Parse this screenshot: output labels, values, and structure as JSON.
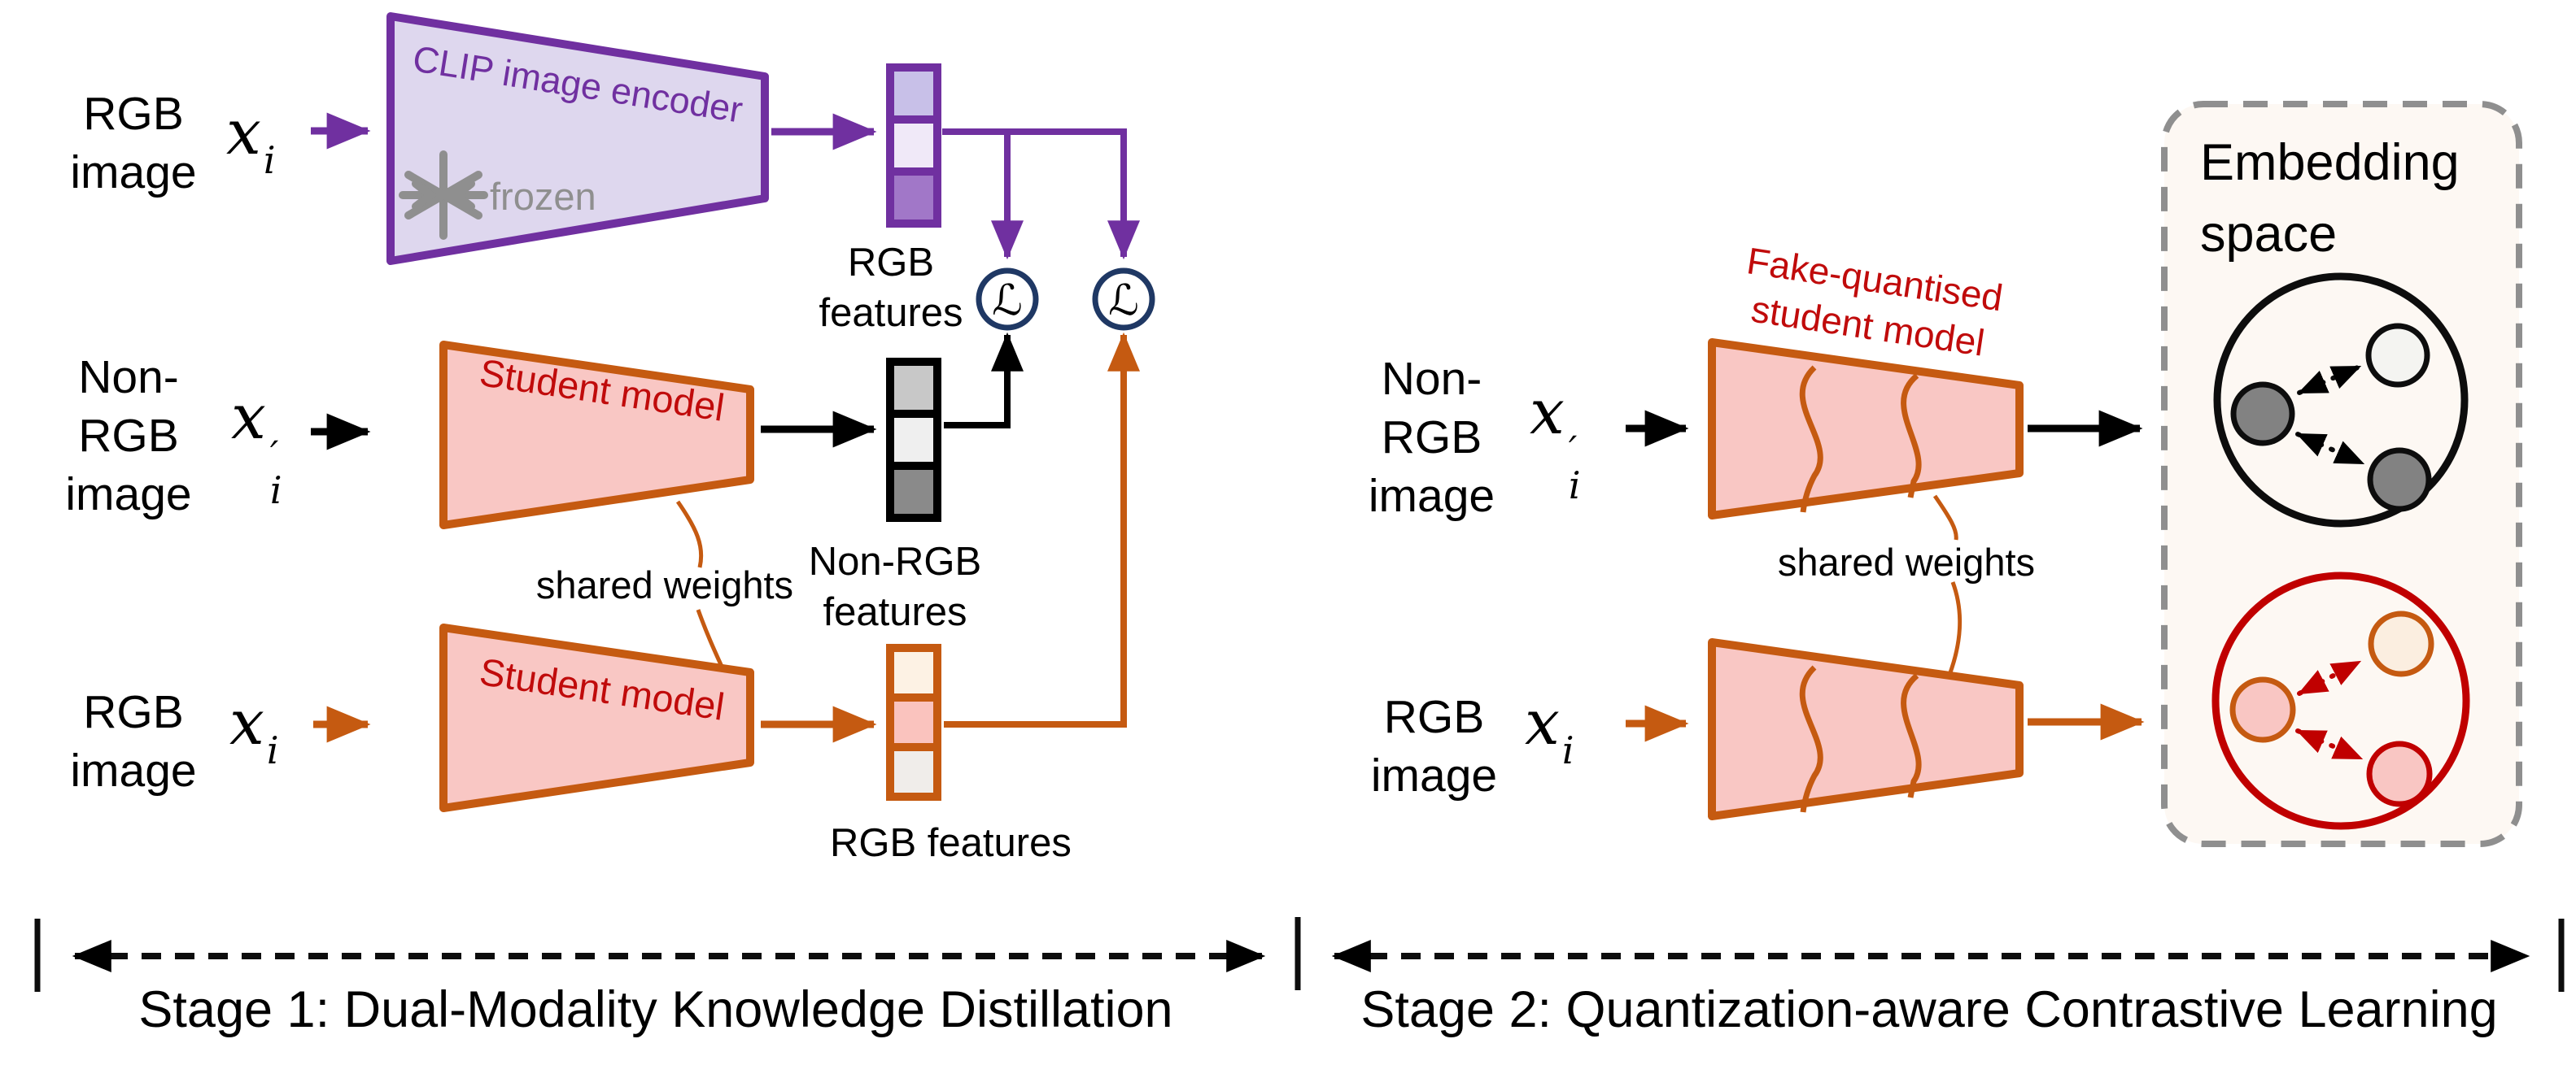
{
  "diagram": {
    "stage1": {
      "caption": "Stage 1: Dual-Modality Knowledge Distillation",
      "input_rgb_top": {
        "line1": "RGB",
        "line2": "image"
      },
      "input_nonrgb": {
        "line1": "Non-",
        "line2": "RGB",
        "line3": "image"
      },
      "input_rgb_bottom": {
        "line1": "RGB",
        "line2": "image"
      },
      "clip_encoder_label": "CLIP image encoder",
      "frozen_label": "frozen",
      "student_model_top": "Student model",
      "student_model_bottom": "Student model",
      "shared_weights": "shared weights",
      "features_rgb_top": {
        "line1": "RGB",
        "line2": "features"
      },
      "features_nonrgb": {
        "line1": "Non-RGB",
        "line2": "features"
      },
      "features_rgb_bottom": "RGB features",
      "loss_symbol": "ℒ"
    },
    "stage2": {
      "caption": "Stage 2: Quantization-aware Contrastive Learning",
      "fq_model_label": {
        "line1": "Fake-quantised",
        "line2": "student model"
      },
      "input_nonrgb": {
        "line1": "Non-",
        "line2": "RGB",
        "line3": "image"
      },
      "input_rgb": {
        "line1": "RGB",
        "line2": "image"
      },
      "shared_weights": "shared weights",
      "embedding_space": {
        "line1": "Embedding",
        "line2": "space"
      }
    },
    "math": {
      "xi": {
        "base": "x",
        "sub": "i"
      },
      "xi_prime": {
        "base": "x",
        "prime": "′",
        "sub": "i"
      }
    },
    "colors": {
      "purple": "#7030a0",
      "lavender_fill": "#ded7ee",
      "purple_cell_light": "#c8c0e8",
      "purple_cell_pale": "#f0e9f8",
      "purple_cell_dark": "#a177c8",
      "orange": "#c55a11",
      "pink_fill": "#f9c7c4",
      "red": "#c00000",
      "navy": "#1f3864",
      "gray_cell_light": "#c8c8c8",
      "gray_cell_pale": "#efefef",
      "gray_cell_dark": "#8a8a8a",
      "cream_cell": "#fdf2e4",
      "pink_cell": "#fac3be",
      "offwhite_cell": "#f0edea",
      "embedding_fill": "#fdf8f3",
      "embedding_border": "#8f8f8f",
      "frozen_gray": "#8f8f8f"
    },
    "icons": {
      "frozen": "snowflake-icon",
      "loss": "loss-circle-icon"
    }
  }
}
